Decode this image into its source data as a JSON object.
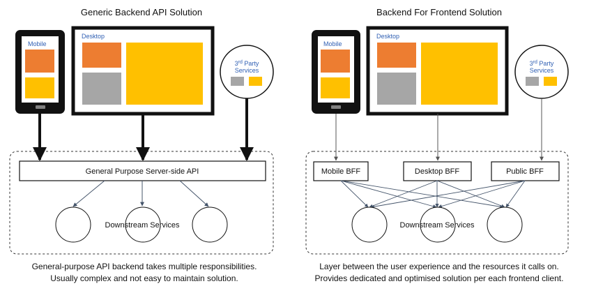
{
  "left": {
    "title": "Generic Backend API Solution",
    "mobile_label": "Mobile",
    "desktop_label": "Desktop",
    "third_party_label_sup": "rd",
    "third_party_label_1": "3",
    "third_party_label_2": "Party",
    "third_party_label_3": "Services",
    "api_label": "General Purpose Server-side API",
    "downstream_label": "Downstream Services",
    "caption_line1": "General-purpose API backend takes multiple responsibilities.",
    "caption_line2": "Usually complex and not easy to maintain solution."
  },
  "right": {
    "title": "Backend For Frontend Solution",
    "mobile_label": "Mobile",
    "desktop_label": "Desktop",
    "third_party_label_sup": "rd",
    "third_party_label_1": "3",
    "third_party_label_2": "Party",
    "third_party_label_3": "Services",
    "mobile_bff": "Mobile BFF",
    "desktop_bff": "Desktop BFF",
    "public_bff": "Public BFF",
    "downstream_label": "Downstream Services",
    "caption_line1": "Layer between the user experience and the resources it calls on.",
    "caption_line2": "Provides dedicated and optimised solution per each frontend client."
  },
  "colors": {
    "orange": "#ed7d31",
    "yellow": "#ffc000",
    "grey": "#a6a6a6",
    "blue_label": "#2f5fb3",
    "arrow": "#44546a"
  }
}
